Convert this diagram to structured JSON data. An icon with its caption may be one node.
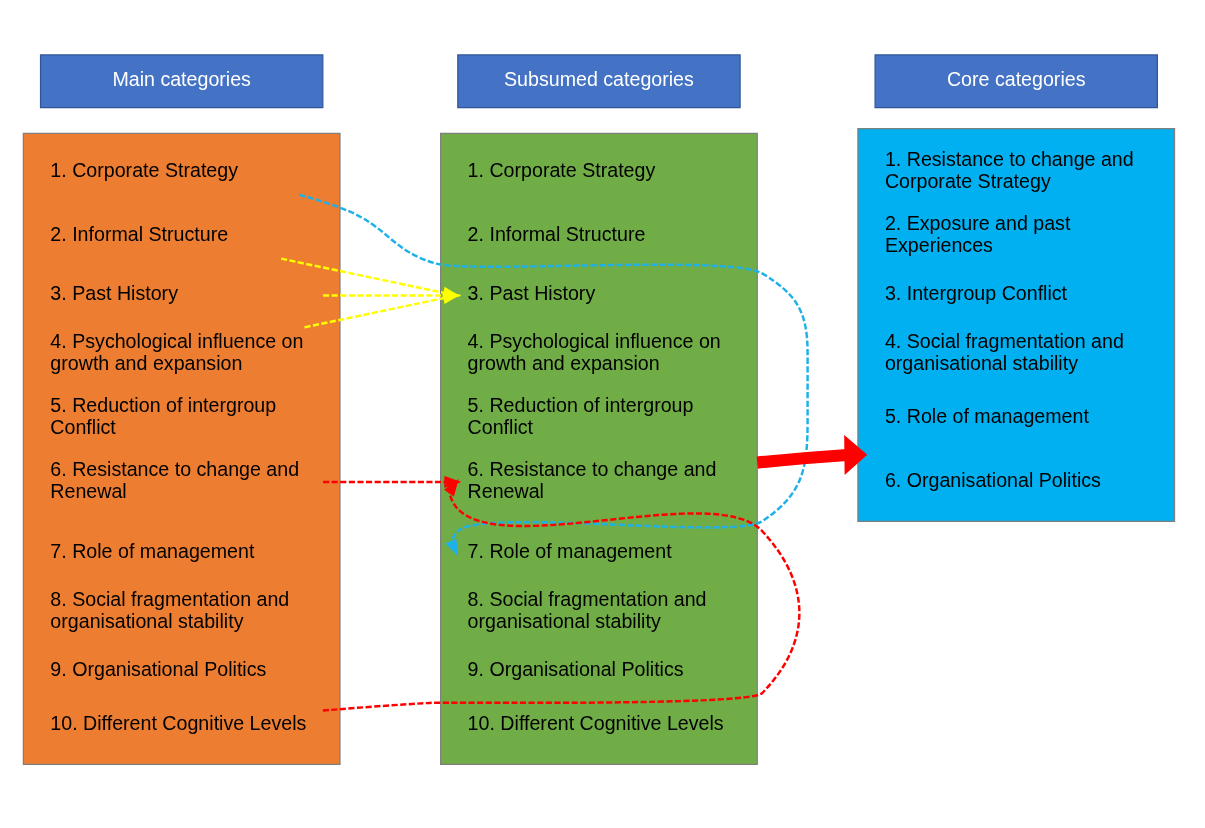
{
  "diagram": {
    "nodes": [
      {
        "text": [
          "Main categories"
        ]
      },
      {
        "text": [
          "Subsumed categories"
        ]
      },
      {
        "text": [
          "Core categories"
        ]
      },
      {
        "text": [],
        "shape": "box"
      },
      {
        "text": [
          "1. Corporate Strategy"
        ],
        "in": 3
      },
      {
        "text": [
          "2. Informal Structure"
        ],
        "in": 3
      },
      {
        "text": [
          "3. Past History"
        ],
        "in": 3
      },
      {
        "text": [
          "4. Psychological influence on growth and expansion"
        ],
        "in": 3
      },
      {
        "text": [
          "5. Reduction of intergroup Conflict"
        ],
        "in": 3
      },
      {
        "text": [
          "6. Resistance to change and Renewal"
        ],
        "in": 3
      },
      {
        "text": [
          "7. Role of management"
        ],
        "in": 3
      },
      {
        "text": [
          "8. Social fragmentation and organisational stability"
        ],
        "in": 3
      },
      {
        "text": [
          "9. Organisational Politics"
        ],
        "in": 3
      },
      {
        "text": [
          "10. Different Cognitive Levels"
        ],
        "in": 3
      },
      {
        "text": [],
        "shape": "box"
      },
      {
        "text": [
          "1. Corporate Strategy"
        ],
        "in": 14
      },
      {
        "text": [
          "2. Informal Structure"
        ],
        "in": 14
      },
      {
        "text": [
          "3. Past History"
        ],
        "in": 14
      },
      {
        "text": [
          "4. Psychological influence on growth and expansion"
        ],
        "in": 14
      },
      {
        "text": [
          "5. Reduction of intergroup Conflict"
        ],
        "in": 14
      },
      {
        "text": [
          "6. Resistance to change and Renewal"
        ],
        "in": 14
      },
      {
        "text": [
          "7. Role of management"
        ],
        "in": 14
      },
      {
        "text": [
          "8. Social fragmentation and organisational stability"
        ],
        "in": 14
      },
      {
        "text": [
          "9. Organisational Politics"
        ],
        "in": 14
      },
      {
        "text": [
          "10. Different Cognitive Levels"
        ],
        "in": 14
      },
      {
        "text": [],
        "shape": "box"
      },
      {
        "text": [
          "1. Resistance to change and Corporate Strategy"
        ],
        "in": 25
      },
      {
        "text": [
          "2. Exposure and past Experiences"
        ],
        "in": 25
      },
      {
        "text": [
          "3. Intergroup Conflict"
        ],
        "in": 25
      },
      {
        "text": [
          "4. Social fragmentation and organisational stability"
        ],
        "in": 25
      },
      {
        "text": [
          "5. Role of management"
        ],
        "in": 25
      },
      {
        "text": [
          "6. Organisational Politics"
        ],
        "in": 25
      }
    ],
    "edges": [
      {
        "from": 4,
        "to": 21,
        "arrow": "to",
        "style": "dashed",
        "color": "#1fb0e8"
      },
      {
        "from": 5,
        "to": 17,
        "arrow": "to",
        "style": "dashed",
        "color": "#ffff00"
      },
      {
        "from": 6,
        "to": 17,
        "arrow": "to",
        "style": "dashed",
        "color": "#ffff00"
      },
      {
        "from": 7,
        "to": 17,
        "arrow": "to",
        "style": "dashed",
        "color": "#ffff00"
      },
      {
        "from": 9,
        "to": 20,
        "arrow": "to",
        "style": "dashed",
        "color": "#ff0000"
      },
      {
        "from": 13,
        "to": 20,
        "arrow": "to",
        "style": "dashed",
        "color": "#ff0000"
      },
      {
        "from": 14,
        "to": 25,
        "arrow": "to",
        "style": "thick",
        "color": "#ff0000"
      }
    ]
  }
}
